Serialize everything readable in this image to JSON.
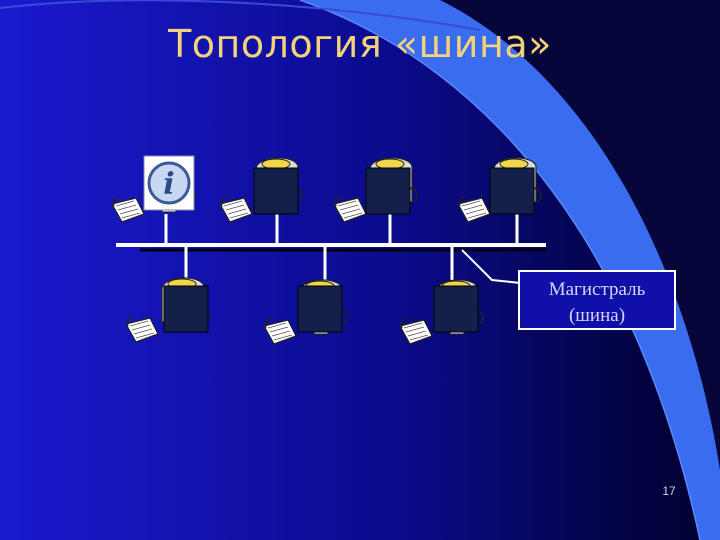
{
  "slide": {
    "title": "Топология «шина»",
    "callout": {
      "line1": "Магистраль",
      "line2": "(шина)"
    },
    "page_number": "17"
  },
  "colors": {
    "background_dark": "#00002a",
    "background_mid": "#1a1ad0",
    "accent_curve": "#3a6cf0",
    "title": "#f2d27a",
    "bus_line": "#ffffff",
    "monitor_screen": "#15204a"
  },
  "diagram": {
    "type": "bus-network-topology",
    "computers": [
      {
        "name": "workstation-top-1",
        "screen": "info-icon"
      },
      {
        "name": "workstation-top-2",
        "screen": "blank"
      },
      {
        "name": "workstation-top-3",
        "screen": "blank"
      },
      {
        "name": "workstation-top-4",
        "screen": "blank"
      },
      {
        "name": "workstation-bottom-1",
        "screen": "blank"
      },
      {
        "name": "workstation-bottom-2",
        "screen": "blank"
      },
      {
        "name": "workstation-bottom-3",
        "screen": "blank"
      }
    ]
  }
}
